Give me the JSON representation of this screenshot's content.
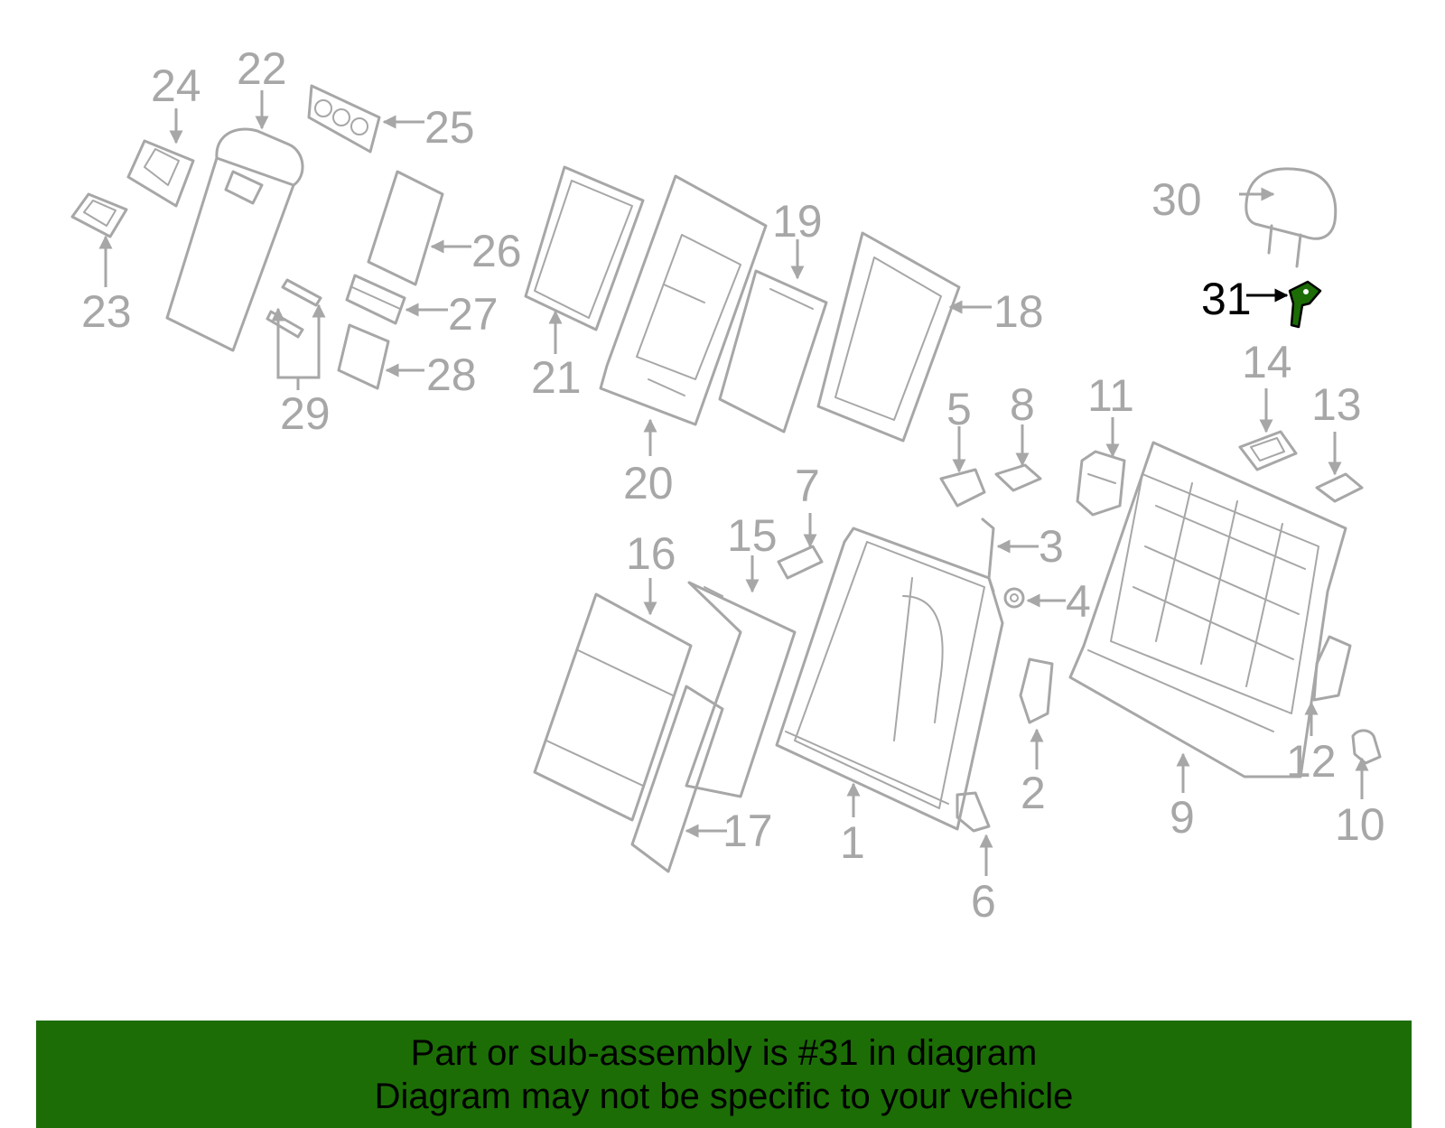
{
  "colors": {
    "part_stroke": "#a7a7a7",
    "highlight_part": "#1c6d06",
    "highlight_label": "#000000",
    "banner_background": "#1c6d06"
  },
  "highlighted_callout": "31",
  "callouts": {
    "c1": "1",
    "c2": "2",
    "c3": "3",
    "c4": "4",
    "c5": "5",
    "c6": "6",
    "c7": "7",
    "c8": "8",
    "c9": "9",
    "c10": "10",
    "c11": "11",
    "c12": "12",
    "c13": "13",
    "c14": "14",
    "c15": "15",
    "c16": "16",
    "c17": "17",
    "c18": "18",
    "c19": "19",
    "c20": "20",
    "c21": "21",
    "c22": "22",
    "c23": "23",
    "c24": "24",
    "c25": "25",
    "c26": "26",
    "c27": "27",
    "c28": "28",
    "c29": "29",
    "c30": "30",
    "c31": "31"
  },
  "banner": {
    "line1": "Part or sub-assembly is #31 in diagram",
    "line2": "Diagram may not be specific to your vehicle"
  }
}
